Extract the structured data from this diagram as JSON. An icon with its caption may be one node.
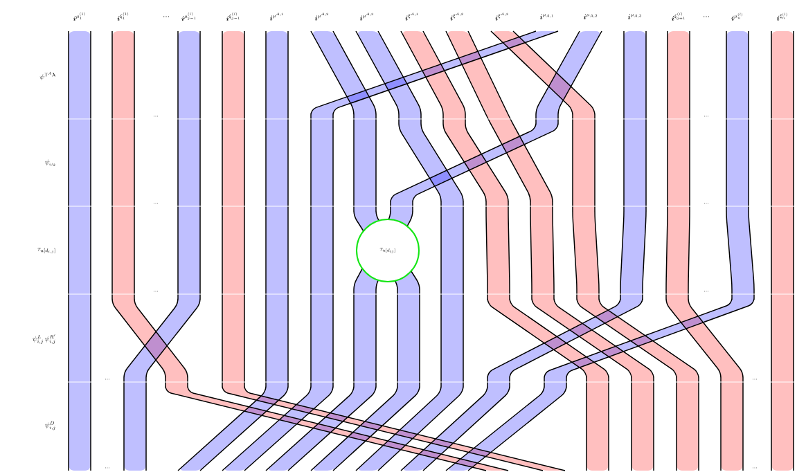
{
  "diagram": {
    "nodes": [
      {
        "text": [
          "\\tau_{u[d_{ij}]}"
        ]
      }
    ],
    "labels": [
      "\\boldsymbol{i}^{\\mu_1^{(1)}}",
      "\\boldsymbol{i}^{\\xi_1^{(1)}}",
      "…",
      "\\boldsymbol{i}^{\\mu_{j-1}^{(i)}}",
      "\\boldsymbol{i}^{\\xi_{j-1}^{(i)}}",
      "\\boldsymbol{i}^{\\mu^{A,1}}",
      "\\boldsymbol{i}^{\\mu^{A,2}}",
      "\\boldsymbol{i}^{\\mu^{A,3}}",
      "\\boldsymbol{i}^{\\xi^{A,1}}",
      "\\boldsymbol{i}^{\\xi^{A,2}}",
      "\\boldsymbol{i}^{\\xi^{A,3}}",
      "\\boldsymbol{i}^{\\mu_{A,1}}",
      "\\boldsymbol{i}^{\\mu_{A,2}}",
      "\\boldsymbol{i}^{\\mu_{A,3}}",
      "\\boldsymbol{i}^{\\xi_{j+1}^{(i)}}",
      "…",
      "\\boldsymbol{i}^{\\mu_n^{(l)}}",
      "\\boldsymbol{i}^{\\xi_n^{(l)}}",
      "\\psi^{\\mathsf{T}^A\\boldsymbol{\\lambda}}",
      "\\psi_{\\omega_2}",
      "\\tau_{u[d_{i,j}]}",
      "\\psi^L_{i,j}\\,\\psi^{R'}_{i,j}",
      "\\psi^D_{i,j}",
      "…",
      "…",
      "…",
      "…",
      "…",
      "…",
      "…",
      "…",
      "…",
      "…"
    ]
  }
}
